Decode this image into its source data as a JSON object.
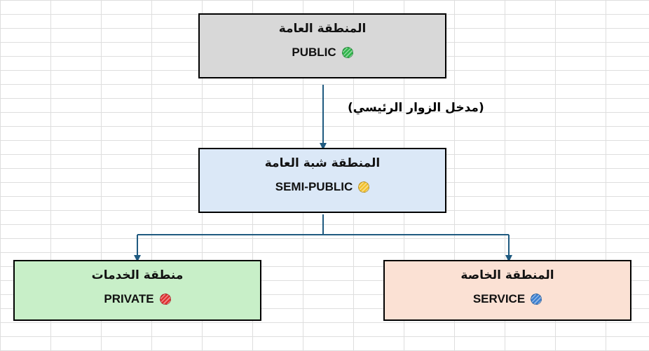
{
  "nodes": {
    "public": {
      "title": "المنطقة العامة",
      "code": "PUBLIC",
      "color": "#2fb44a"
    },
    "semi": {
      "title": "المنطقة شبة العامة",
      "code": "SEMI-PUBLIC",
      "color": "#f2c12e"
    },
    "private": {
      "title": "منطقة الخدمات",
      "code": "PRIVATE",
      "color": "#e03030"
    },
    "service": {
      "title": "المنطقة الخاصة",
      "code": "SERVICE",
      "color": "#3b7fd0"
    }
  },
  "edges": {
    "main_entrance_label": "(مدخل الزوار الرئيسي)"
  },
  "colors": {
    "connector": "#1f5a80"
  }
}
